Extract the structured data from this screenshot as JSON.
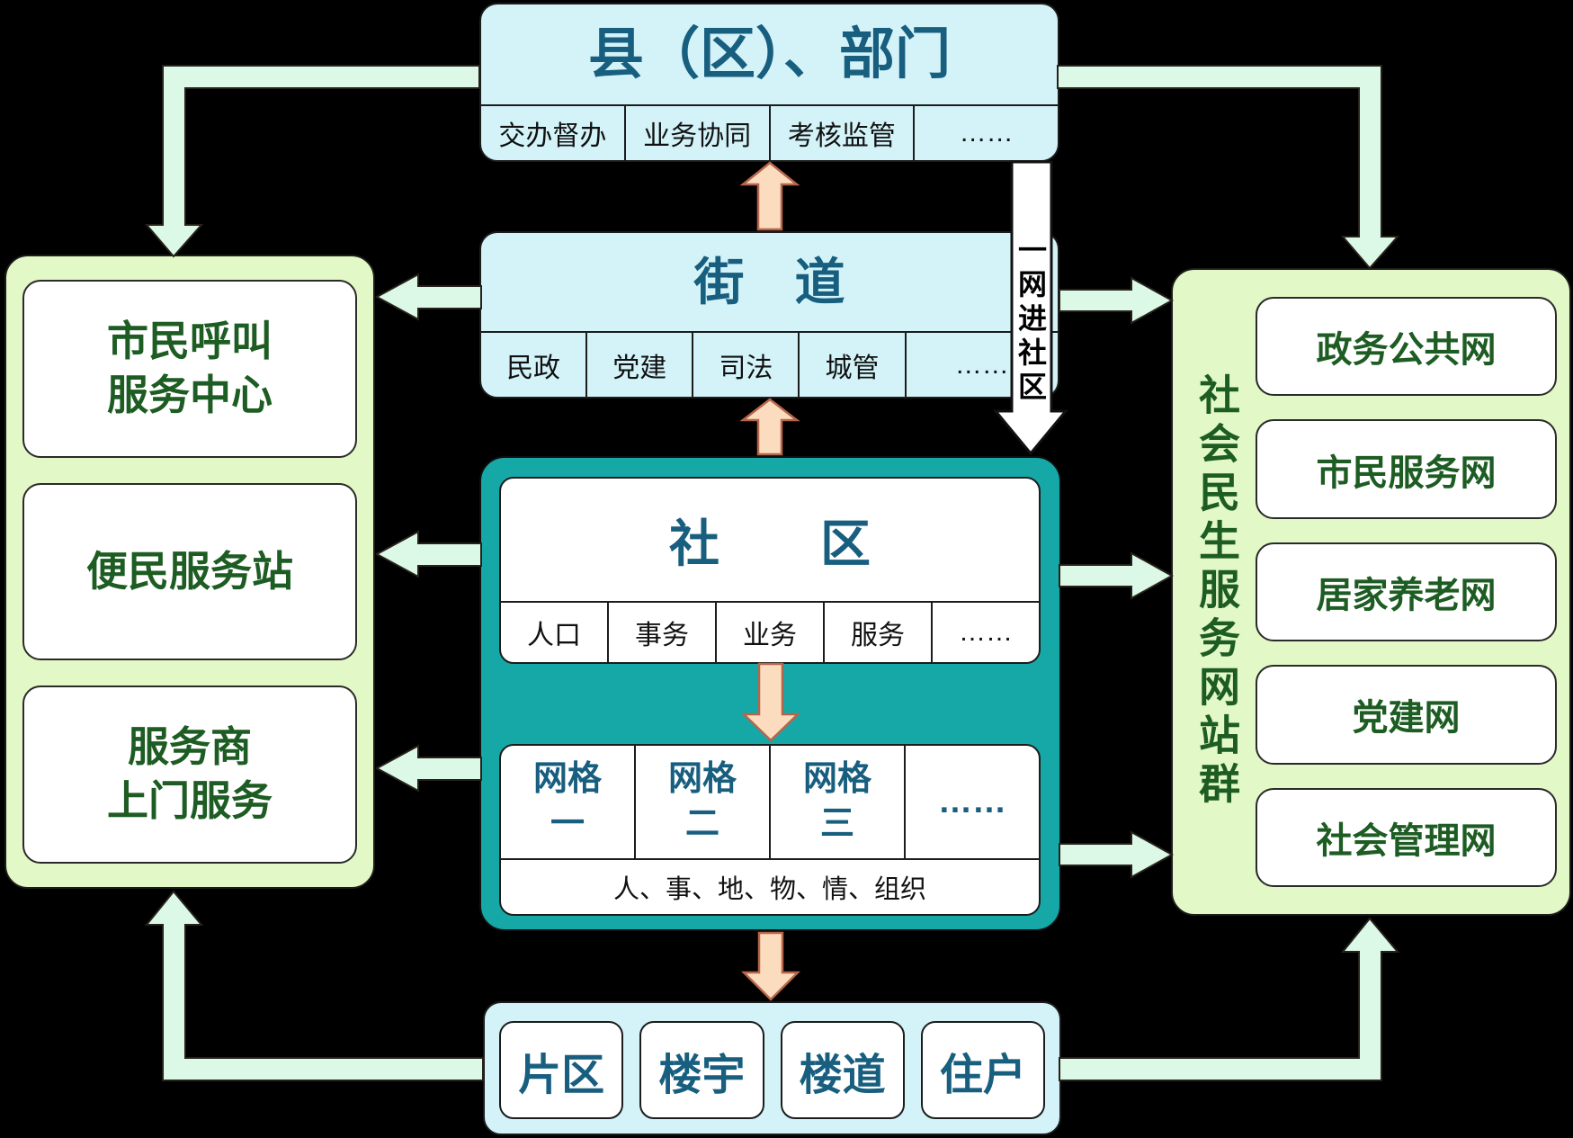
{
  "palette": {
    "cyan_box": "#d3f3f9",
    "teal_box": "#16a8a6",
    "panel_green": "#e2f8c6",
    "title_blue": "#185e7f",
    "text_green": "#1d5c22",
    "arrow_mint": "#dcf8e6",
    "arrow_peach": "#fbdcbe",
    "ribbon_white": "#ffffff"
  },
  "county_box": {
    "title": "县（区）、部门",
    "items": [
      "交办督办",
      "业务协同",
      "考核监管",
      "……"
    ]
  },
  "street_box": {
    "title": "街　道",
    "items": [
      "民政",
      "党建",
      "司法",
      "城管",
      "……"
    ]
  },
  "community_box": {
    "title": "社　　区",
    "items": [
      "人口",
      "事务",
      "业务",
      "服务",
      "……"
    ],
    "grid_cells": [
      "网格\n一",
      "网格\n二",
      "网格\n三",
      "……"
    ],
    "footer": "人、事、地、物、情、组织"
  },
  "building_box": {
    "items": [
      "片区",
      "楼宇",
      "楼道",
      "住户"
    ]
  },
  "left_panel": {
    "items": [
      "市民呼叫\n服务中心",
      "便民服务站",
      "服务商\n上门服务"
    ]
  },
  "right_panel": {
    "label": "社会民生服务网站群",
    "items": [
      "政务公共网",
      "市民服务网",
      "居家养老网",
      "党建网",
      "社会管理网"
    ]
  },
  "ribbon": {
    "text": "一网进社区"
  }
}
